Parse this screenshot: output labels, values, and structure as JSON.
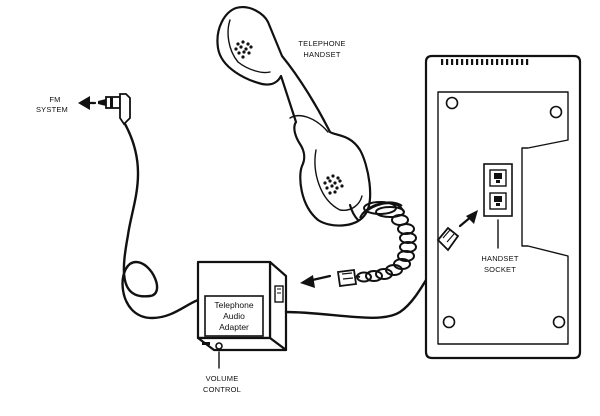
{
  "labels": {
    "fm_system": [
      "FM",
      "SYSTEM"
    ],
    "telephone_handset": [
      "TELEPHONE",
      "HANDSET"
    ],
    "handset_socket": [
      "HANDSET",
      "SOCKET"
    ],
    "volume_control": [
      "VOLUME",
      "CONTROL"
    ],
    "adapter": [
      "Telephone",
      "Audio",
      "Adapter"
    ]
  },
  "icons": {
    "arrow": "arrow-icon",
    "jack": "audio-jack-icon",
    "plug": "modular-plug-icon"
  }
}
